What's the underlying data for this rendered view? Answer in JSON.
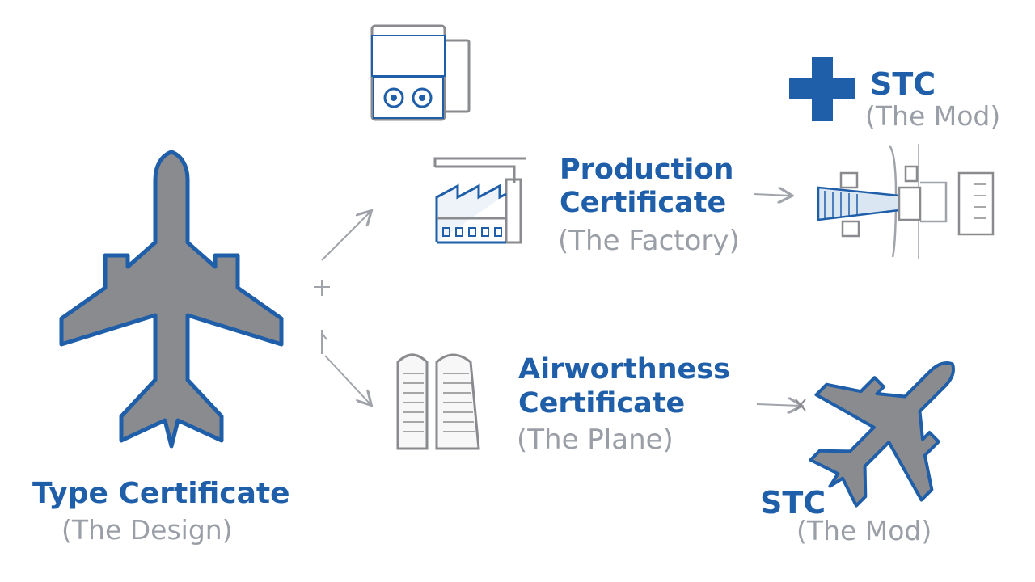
{
  "nodes": {
    "type_certificate": {
      "title": "Type Certificate",
      "subtitle": "(The Design)"
    },
    "production_certificate": {
      "title_line1": "Production",
      "title_line2": "Certificate",
      "subtitle": "(The Factory)"
    },
    "airworthiness_certificate": {
      "title_line1": "Airworthness",
      "title_line2": "Certificate",
      "subtitle": "(The Plane)"
    },
    "stc_top": {
      "title": "STC",
      "subtitle": "(The Mod)"
    },
    "stc_bottom": {
      "title": "STC",
      "subtitle": "(The Mod)"
    }
  },
  "colors": {
    "primary_blue": "#1f5ea8",
    "icon_gray": "#8a8b8e",
    "subtitle_gray": "#9a9ea6",
    "line_gray": "#a0a4aa"
  },
  "icons": [
    "airplane-icon",
    "document-panel-icon",
    "factory-icon",
    "plus-icon",
    "engine-mod-icon",
    "document-stack-icon",
    "airplane-angled-icon"
  ]
}
